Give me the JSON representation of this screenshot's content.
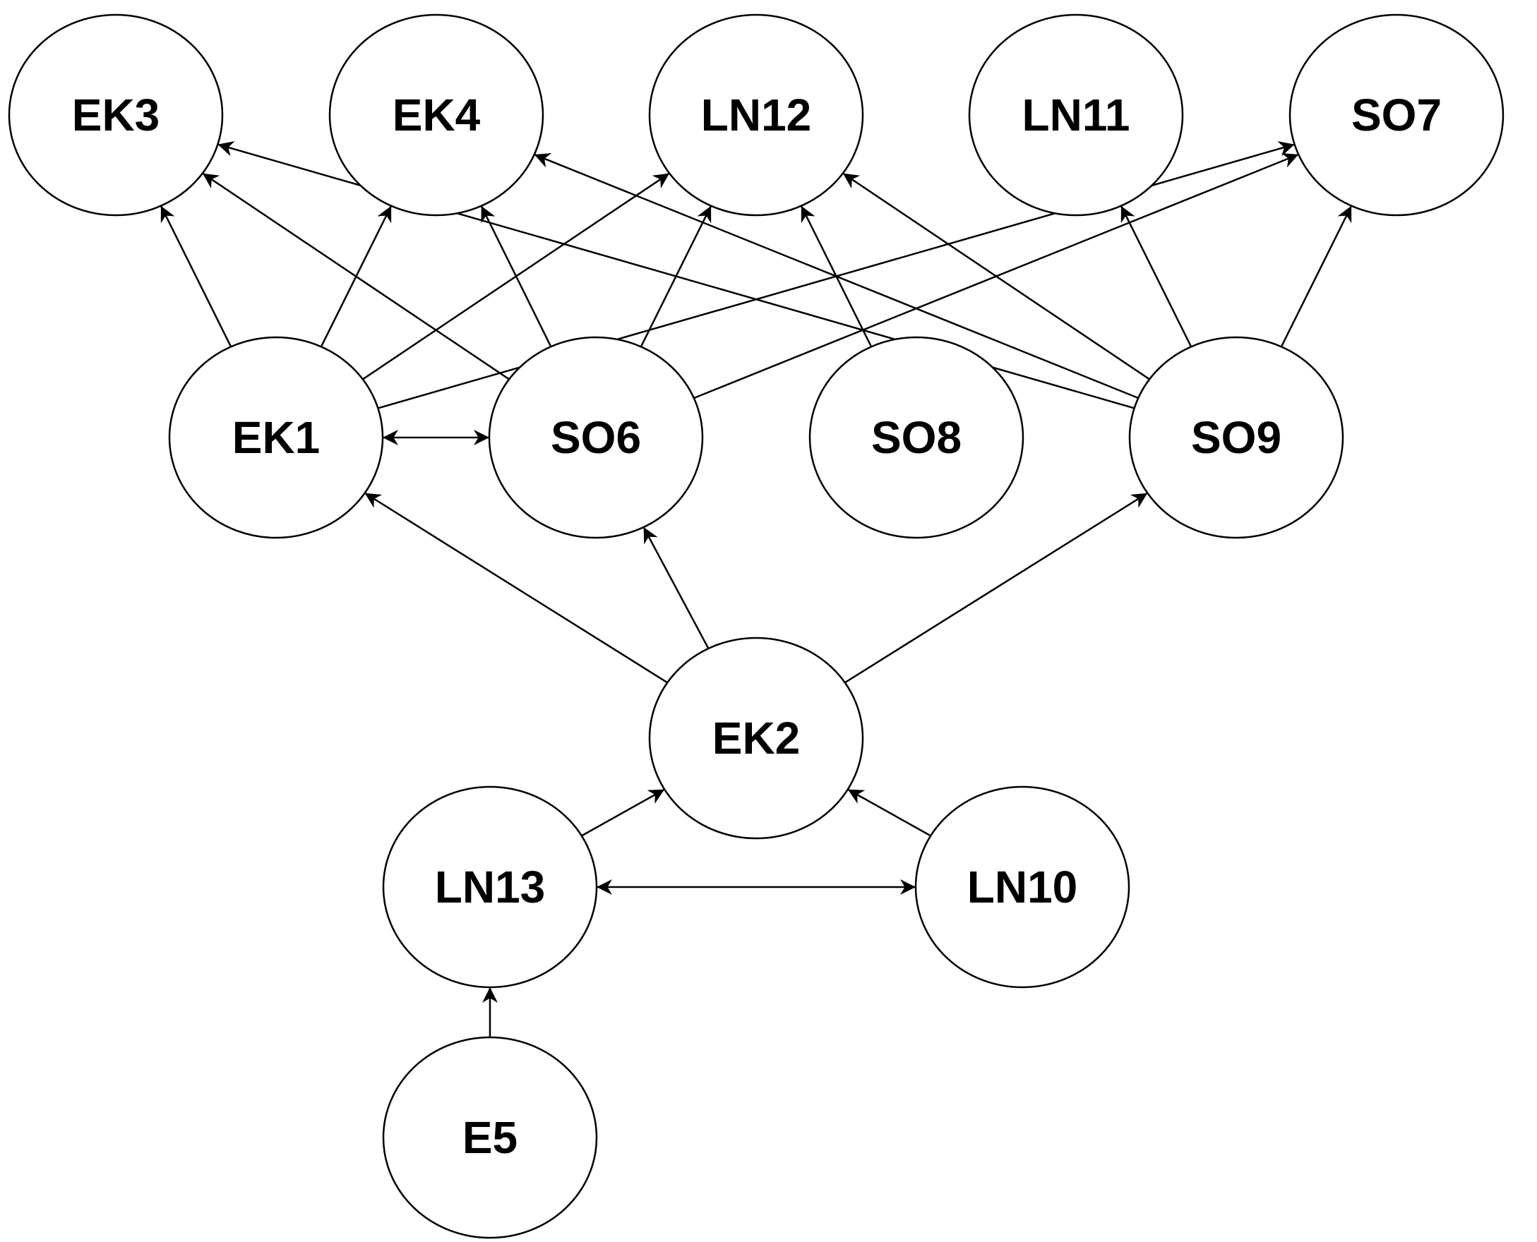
{
  "diagram": {
    "nodes": [
      {
        "id": "EK3",
        "label": "EK3"
      },
      {
        "id": "EK4",
        "label": "EK4"
      },
      {
        "id": "LN12",
        "label": "LN12"
      },
      {
        "id": "LN11",
        "label": "LN11"
      },
      {
        "id": "SO7",
        "label": "SO7"
      },
      {
        "id": "EK1",
        "label": "EK1"
      },
      {
        "id": "SO6",
        "label": "SO6"
      },
      {
        "id": "SO8",
        "label": "SO8"
      },
      {
        "id": "SO9",
        "label": "SO9"
      },
      {
        "id": "EK2",
        "label": "EK2"
      },
      {
        "id": "LN13",
        "label": "LN13"
      },
      {
        "id": "LN10",
        "label": "LN10"
      },
      {
        "id": "E5",
        "label": "E5"
      }
    ],
    "edges": [
      {
        "from": "EK1",
        "to": "EK3",
        "direction": "forward"
      },
      {
        "from": "EK1",
        "to": "EK4",
        "direction": "forward"
      },
      {
        "from": "EK1",
        "to": "LN12",
        "direction": "forward"
      },
      {
        "from": "EK1",
        "to": "SO7",
        "direction": "forward"
      },
      {
        "from": "SO6",
        "to": "EK3",
        "direction": "forward"
      },
      {
        "from": "SO6",
        "to": "EK4",
        "direction": "forward"
      },
      {
        "from": "SO6",
        "to": "LN12",
        "direction": "forward"
      },
      {
        "from": "SO6",
        "to": "SO7",
        "direction": "forward"
      },
      {
        "from": "SO8",
        "to": "LN12",
        "direction": "forward"
      },
      {
        "from": "SO9",
        "to": "EK3",
        "direction": "forward"
      },
      {
        "from": "SO9",
        "to": "EK4",
        "direction": "forward"
      },
      {
        "from": "SO9",
        "to": "LN12",
        "direction": "forward"
      },
      {
        "from": "SO9",
        "to": "LN11",
        "direction": "forward"
      },
      {
        "from": "SO9",
        "to": "SO7",
        "direction": "forward"
      },
      {
        "from": "EK1",
        "to": "SO6",
        "direction": "both"
      },
      {
        "from": "EK2",
        "to": "EK1",
        "direction": "forward"
      },
      {
        "from": "EK2",
        "to": "SO6",
        "direction": "forward"
      },
      {
        "from": "EK2",
        "to": "SO9",
        "direction": "forward"
      },
      {
        "from": "LN13",
        "to": "EK2",
        "direction": "forward"
      },
      {
        "from": "LN10",
        "to": "EK2",
        "direction": "forward"
      },
      {
        "from": "LN13",
        "to": "LN10",
        "direction": "both"
      },
      {
        "from": "E5",
        "to": "LN13",
        "direction": "forward"
      }
    ]
  }
}
